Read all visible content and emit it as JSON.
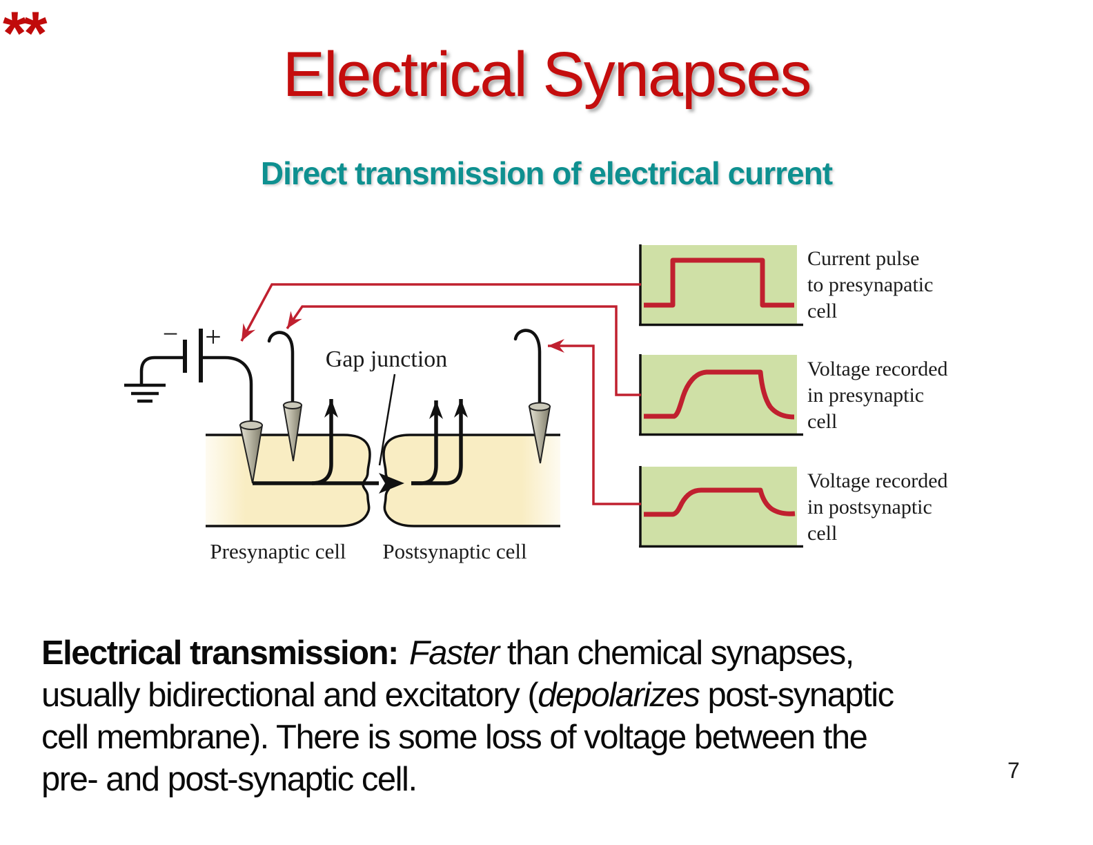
{
  "colors": {
    "title-red": "#c40d0d",
    "marker-red": "#c00b0b",
    "subtitle-teal": "#0e9090",
    "wire-red": "#c0202f",
    "panel-green": "#cfe0a6",
    "cell-yellow": "#f9edc3",
    "ink": "#111111"
  },
  "header": {
    "marker": "**",
    "title": "Electrical Synapses",
    "subtitle": "Direct transmission of electrical current"
  },
  "diagram": {
    "battery_minus": "−",
    "battery_plus": "+",
    "gap_junction_label": "Gap junction",
    "presynaptic_label": "Presynaptic cell",
    "postsynaptic_label": "Postsynaptic cell",
    "panels": [
      {
        "lines": [
          "Current pulse",
          "to presynapatic",
          "cell"
        ]
      },
      {
        "lines": [
          "Voltage recorded",
          "in presynaptic",
          "cell"
        ]
      },
      {
        "lines": [
          "Voltage recorded",
          "in postsynaptic",
          "cell"
        ]
      }
    ]
  },
  "paragraph": {
    "line1_bold": "Electrical transmission:",
    "line1_italic": "Faster",
    "line1_rest": " than chemical synapses,",
    "line2_start": "usually bidirectional and excitatory (",
    "line2_italic": "depolarizes",
    "line2_rest": " post-synaptic",
    "line3": "cell membrane). There is some loss of voltage between the",
    "line4": "pre- and post-synaptic cell."
  },
  "page_number": "7"
}
